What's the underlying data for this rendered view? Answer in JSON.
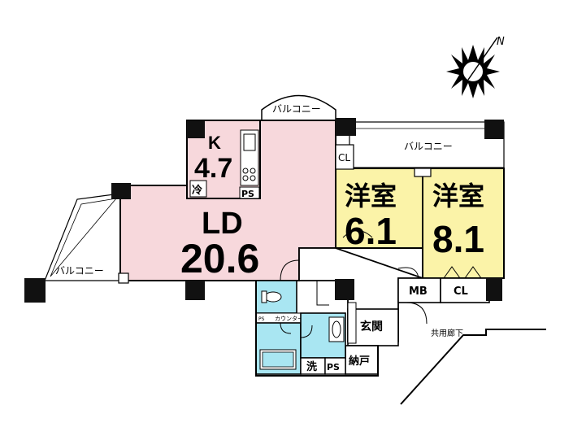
{
  "colors": {
    "ld_kitchen": "#f7d8dc",
    "western_rooms": "#fbf3a8",
    "wet_area": "#a9e6f2",
    "wall": "#111111",
    "background": "#ffffff"
  },
  "compass": {
    "north_label": "N",
    "icon": "sun-compass-icon"
  },
  "rooms": {
    "ld": {
      "label": "LD",
      "size": "20.6"
    },
    "kitchen": {
      "label": "K",
      "size": "4.7",
      "fridge": "冷",
      "ps": "PS"
    },
    "west1": {
      "label": "洋室",
      "size": "6.1"
    },
    "west2": {
      "label": "洋室",
      "size": "8.1"
    },
    "cl_top": "CL",
    "cl_right": "CL",
    "mb": "MB",
    "genkan": "玄関",
    "nando": "納戸",
    "sen": "洗",
    "ps_bottom": "PS",
    "counter": "カウンター",
    "ps_small": "PS"
  },
  "balconies": {
    "top_center": "バルコニー",
    "top_right": "バルコニー",
    "left": "バルコニー"
  },
  "corridor": "共用廊下"
}
